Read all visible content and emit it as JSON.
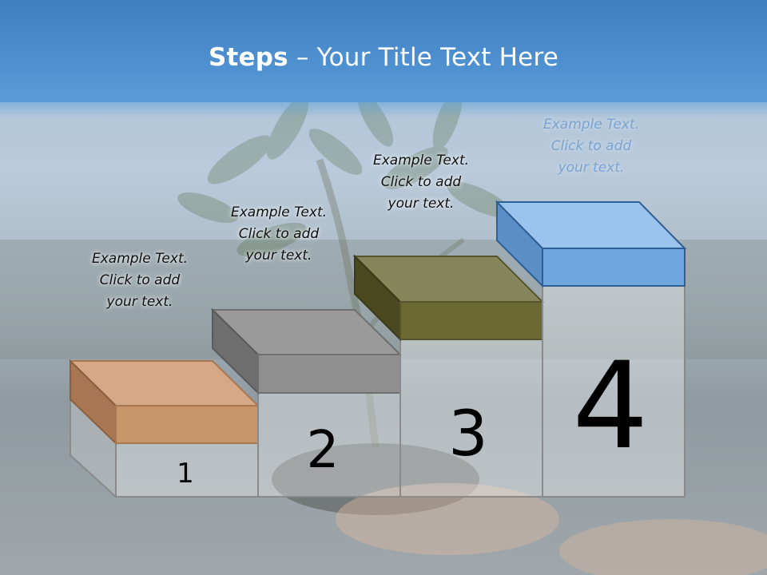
{
  "title": {
    "bold": "Steps",
    "rest": " – Your Title Text Here"
  },
  "steps": [
    {
      "number": "1",
      "caption": "Example Text.\nClick  to add\nyour text.",
      "color": "#c8956a"
    },
    {
      "number": "2",
      "caption": "Example Text.\nClick  to add\nyour text.",
      "color": "#8f8f8f"
    },
    {
      "number": "3",
      "caption": "Example Text.\nClick  to add\nyour text.",
      "color": "#6b6a33"
    },
    {
      "number": "4",
      "caption": "Example Text.\nClick  to add\nyour text.",
      "color": "#6ea6dd"
    }
  ]
}
